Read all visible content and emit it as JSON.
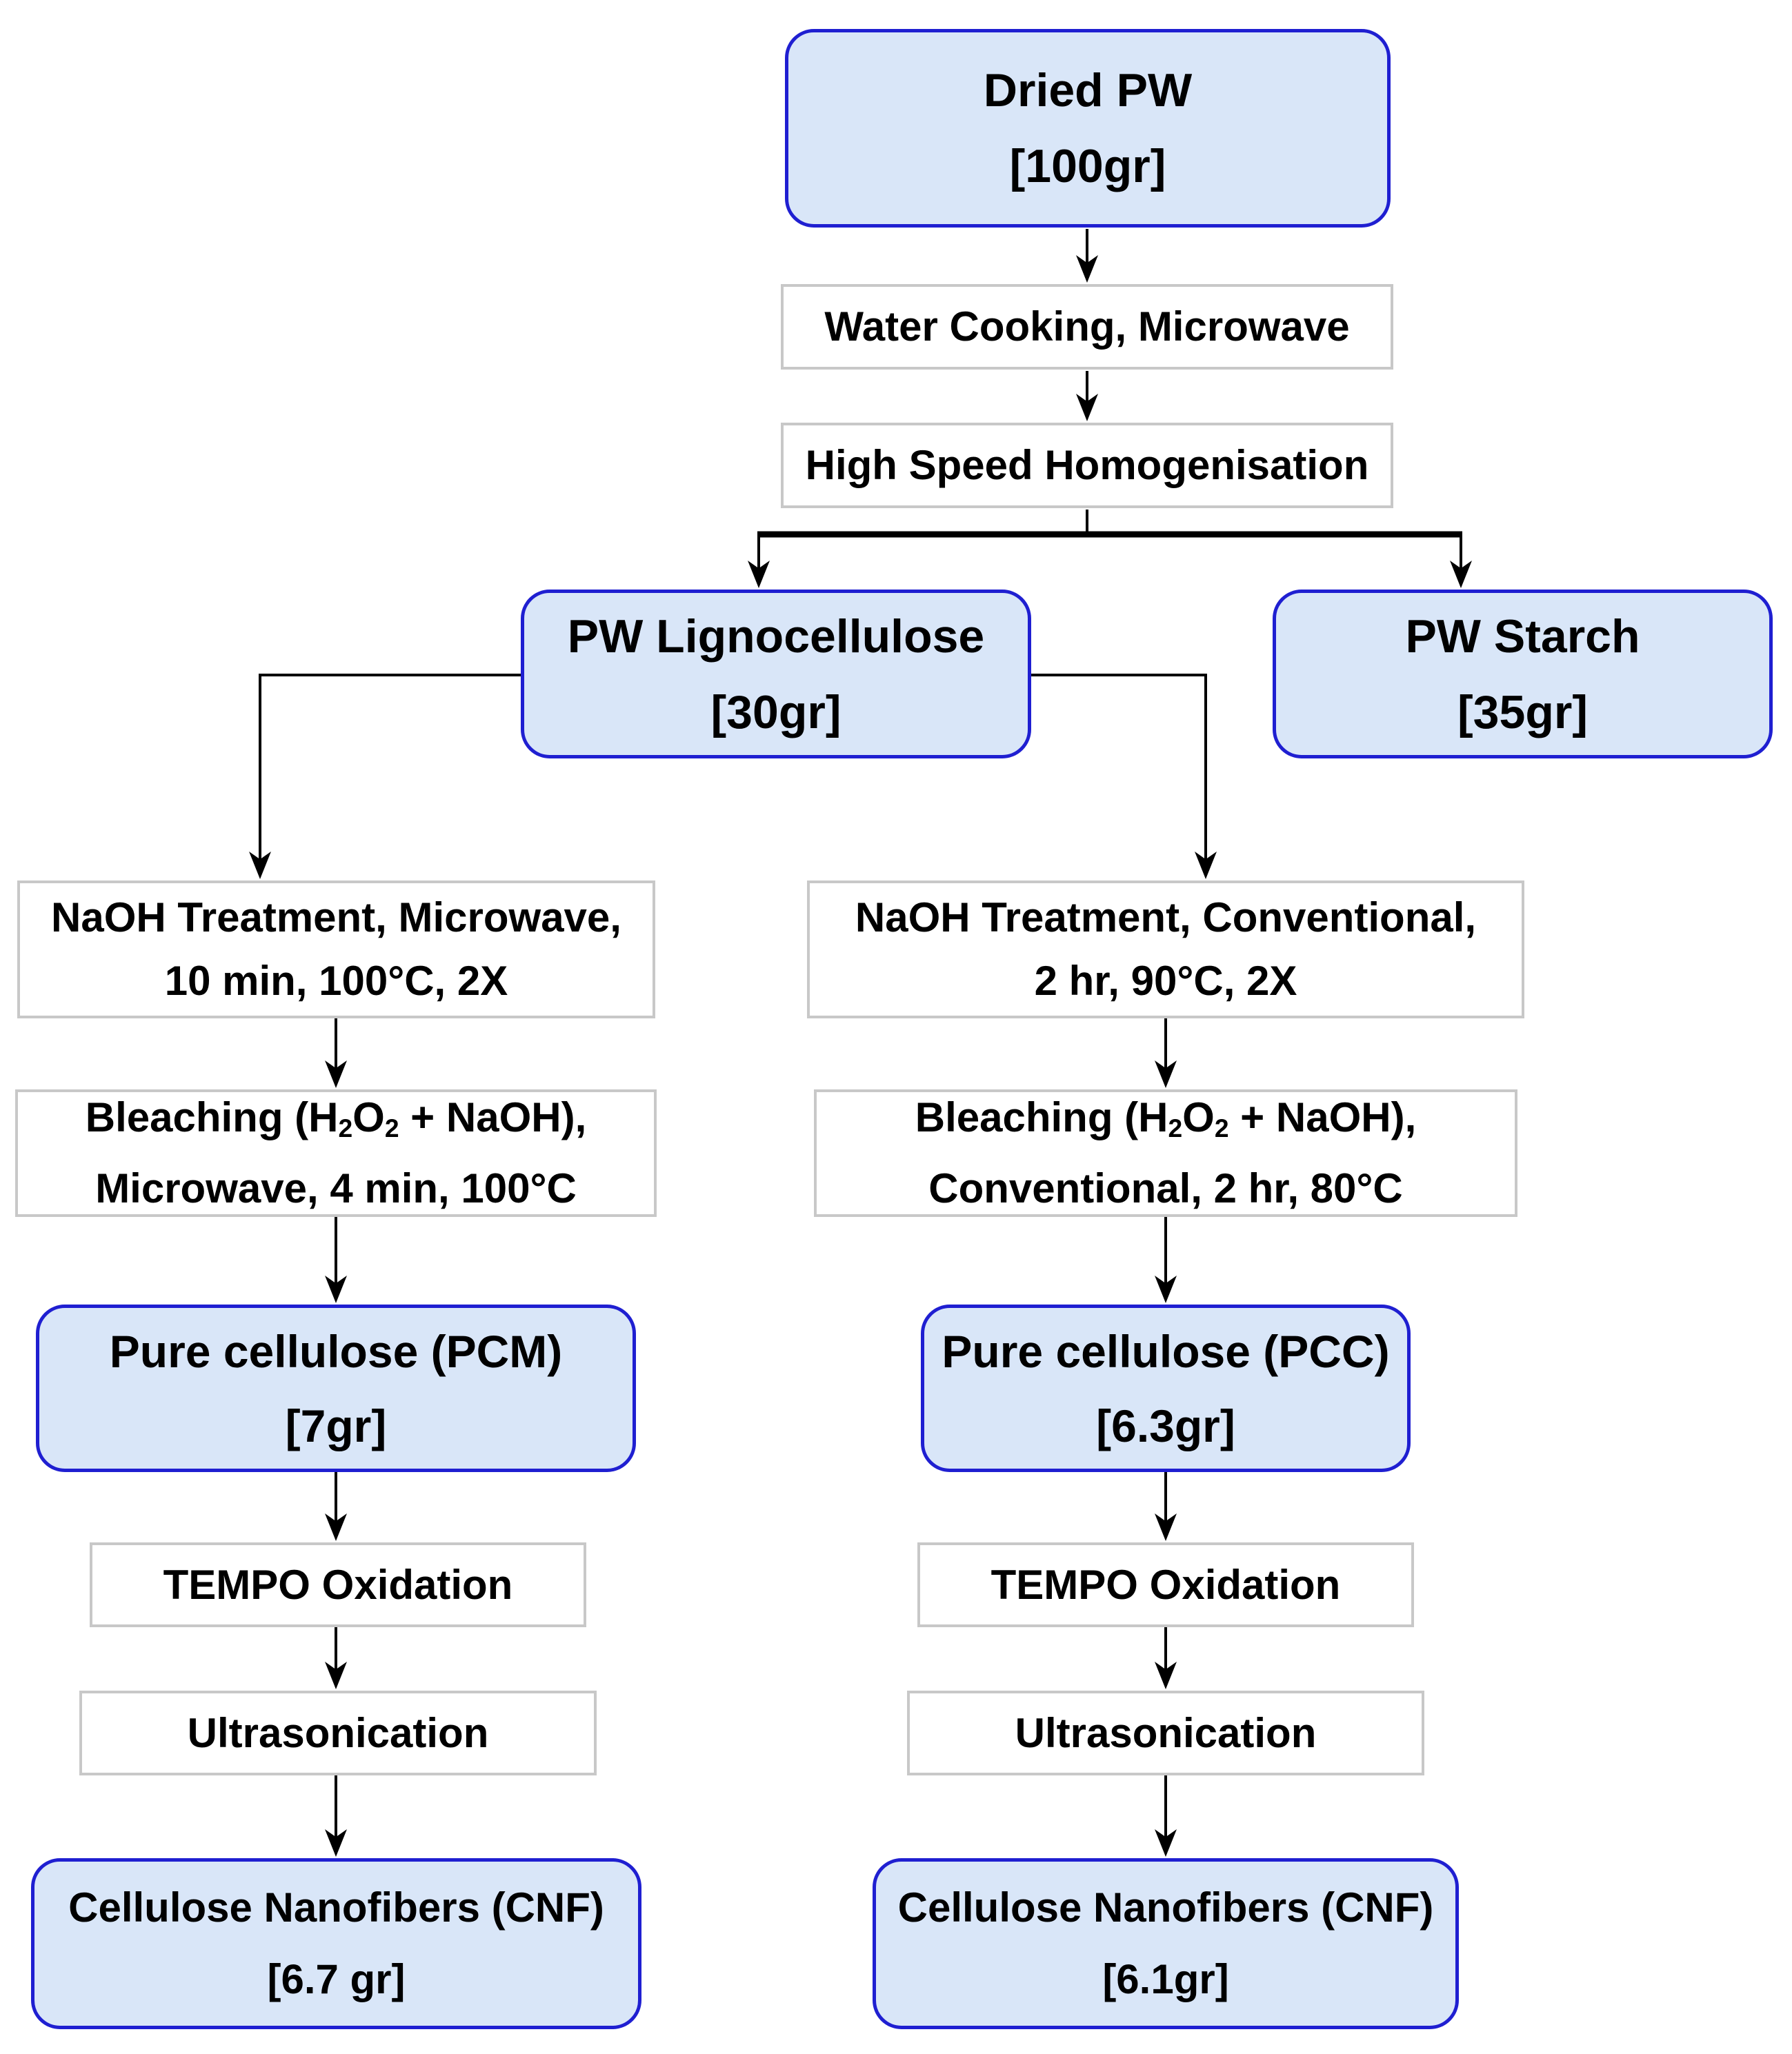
{
  "diagram": {
    "title": "PW cellulose nanofiber process flowchart",
    "colors": {
      "node_fill": "#d9e6f8",
      "node_border": "#1f1fd1",
      "process_border": "#c8c8c8",
      "process_fill": "#ffffff",
      "connector": "#000000",
      "background": "#ffffff",
      "text": "#000000"
    },
    "nodes": {
      "dried_pw": {
        "line1": "Dried PW",
        "line2": "[100gr]"
      },
      "water_cooking": {
        "label": "Water Cooking, Microwave"
      },
      "homogenisation": {
        "label": "High Speed Homogenisation"
      },
      "pw_lignocellulose": {
        "line1": "PW Lignocellulose",
        "line2": "[30gr]"
      },
      "pw_starch": {
        "line1": "PW Starch",
        "line2": "[35gr]"
      },
      "naoh_microwave": {
        "line1": "NaOH Treatment, Microwave,",
        "line2": "10 min, 100°C, 2X"
      },
      "naoh_conventional": {
        "line1": "NaOH Treatment, Conventional,",
        "line2": "2 hr, 90°C, 2X"
      },
      "bleaching_microwave": {
        "line1_a": "Bleaching (H",
        "line1_sub_a": "2",
        "line1_b": "O",
        "line1_sub_b": "2",
        "line1_c": " + NaOH),",
        "line2": "Microwave, 4 min, 100°C"
      },
      "bleaching_conventional": {
        "line1_a": "Bleaching (H",
        "line1_sub_a": "2",
        "line1_b": "O",
        "line1_sub_b": "2",
        "line1_c": " + NaOH),",
        "line2": "Conventional, 2 hr, 80°C"
      },
      "pure_cellulose_pcm": {
        "line1": "Pure cellulose (PCM)",
        "line2": "[7gr]"
      },
      "pure_cellulose_pcc": {
        "line1": "Pure cellulose (PCC)",
        "line2": "[6.3gr]"
      },
      "tempo_microwave": {
        "label": "TEMPO Oxidation"
      },
      "tempo_conventional": {
        "label": "TEMPO Oxidation"
      },
      "ultrasonication_microwave": {
        "label": "Ultrasonication"
      },
      "ultrasonication_conventional": {
        "label": "Ultrasonication"
      },
      "cnf_microwave": {
        "line1": "Cellulose Nanofibers (CNF)",
        "line2": "[6.7 gr]"
      },
      "cnf_conventional": {
        "line1": "Cellulose Nanofibers (CNF)",
        "line2": "[6.1gr]"
      }
    }
  }
}
